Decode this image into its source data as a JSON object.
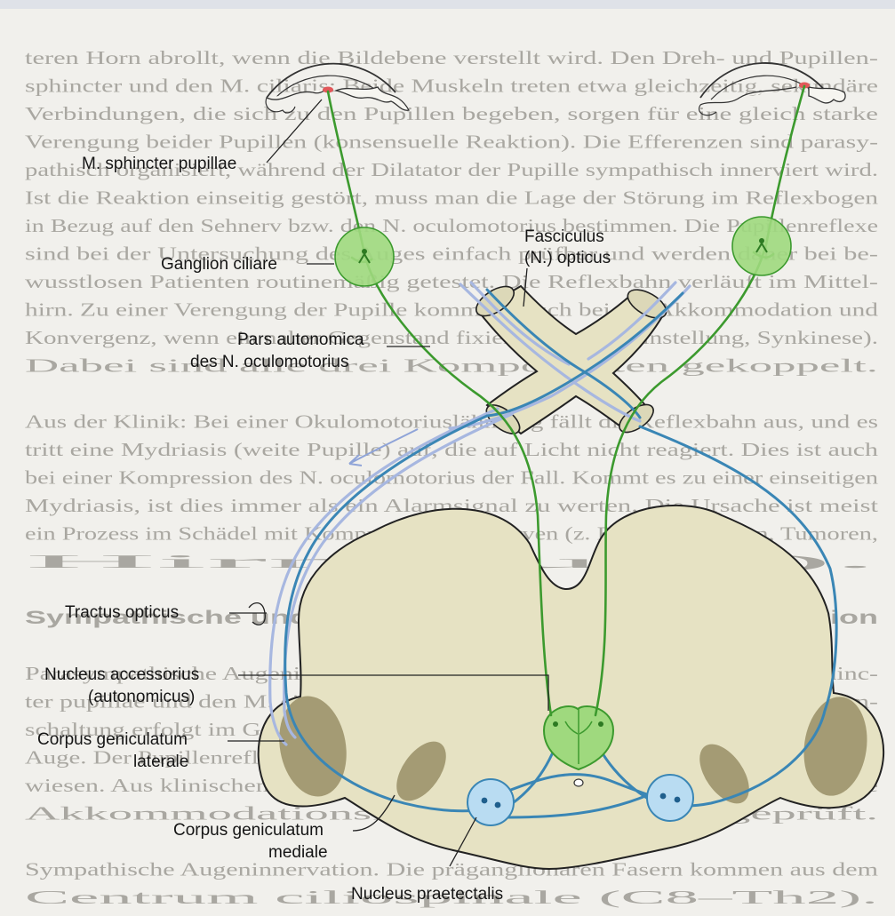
{
  "colors": {
    "background": "#f1f0ec",
    "brainstem": "#e6e2c3",
    "brainstem_outline": "#222222",
    "geniculate": "#a49b74",
    "green_fiber": "#3c9a2e",
    "ganglion_fill": "#9fd97e",
    "blue_fiber": "#3a86b5",
    "light_blue_fiber": "#a7b7e0",
    "pretectal_fill": "#b9dcf2",
    "iris_red": "#e2585a"
  },
  "labels": {
    "sphincter": "M. sphincter pupillae",
    "ganglion": "Ganglion ciliare",
    "fasciculus_line1": "Fasciculus",
    "fasciculus_line2": "(N.) opticus",
    "pars_line1": "Pars autonomica",
    "pars_line2": "des N. oculomotorius",
    "tractus": "Tractus opticus",
    "nucleus_acc_line1": "Nucleus accessorius",
    "nucleus_acc_line2": "(autonomicus)",
    "cgl_line1": "Corpus geniculatum",
    "cgl_line2": "laterale",
    "cgm_line1": "Corpus geniculatum",
    "cgm_line2": "mediale",
    "praetectalis": "Nucleus praetectalis"
  },
  "background_text": [
    "teren Horn abrollt, wenn die Bildebene verstellt wird. Den Dreh- und Pupillen-",
    "sphincter und den M. ciliaris: Beide Muskeln treten etwa gleichzeitig, sekundäre",
    "Verbindungen, die sich zu den Pupillen begeben, sorgen für eine gleich starke",
    "Verengung beider Pupillen (konsensuelle Reaktion). Die Efferenzen sind parasy-",
    "pathisch organisiert, während der Dilatator der Pupille sympathisch innerviert wird.",
    "Ist die Reaktion einseitig gestört, muss man die Lage der Störung im Reflexbogen",
    "in Bezug auf den Sehnerv bzw. den N. oculomotorius bestimmen. Die Pupillenreflexe",
    "sind bei der Untersuchung des Auges einfach prüfbar und werden daher bei be-",
    "wusstlosen Patienten routinemäßig getestet. Die Reflexbahn verläuft im Mittel-",
    "hirn. Zu einer Verengung der Pupille kommt es auch bei der Akkommodation und",
    "Konvergenz, wenn ein naher Gegenstand fixiert wird (Naheinstellung, Synkinese).",
    "Dabei sind alle drei Komponenten gekoppelt.",
    "",
    "Aus der Klinik: Bei einer Okulomotoriuslähmung fällt die Reflexbahn aus, und es",
    "tritt eine Mydriasis (weite Pupille) auf, die auf Licht nicht reagiert. Dies ist auch",
    "bei einer Kompression des N. oculomotorius der Fall. Kommt es zu einer einseitigen",
    "Mydriasis, ist dies immer als ein Alarmsignal zu werten. Die Ursache ist meist",
    "ein Prozess im Schädel mit Kompression des Nerven (z. B. bei Blutungen, Tumoren,",
    "Hirndruck).",
    "",
    "Sympathische und parasympathische Augeninnervation",
    "",
    "Parasympathische Augeninnervation (Abb. 4.27). Die Fasern für den M. sphinc-",
    "ter pupillae und den M. ciliaris stammen aus dem Nucleus accessorius. Die Um-",
    "schaltung erfolgt im Ganglion ciliare; von hier ziehen die Nn. ciliares breves zum",
    "Auge. Der Pupillenreflex und die Akkommodation sind damit auf diese Bahn ange-",
    "wiesen. Aus klinischen Gründen wird bei Ausfällen die Pupillenreaktion und die",
    "Akkommodationsfähigkeit getrennt geprüft.",
    "",
    "Sympathische Augeninnervation. Die präganglionären Fasern kommen aus dem",
    "Centrum ciliospinale (C8–Th2)."
  ]
}
